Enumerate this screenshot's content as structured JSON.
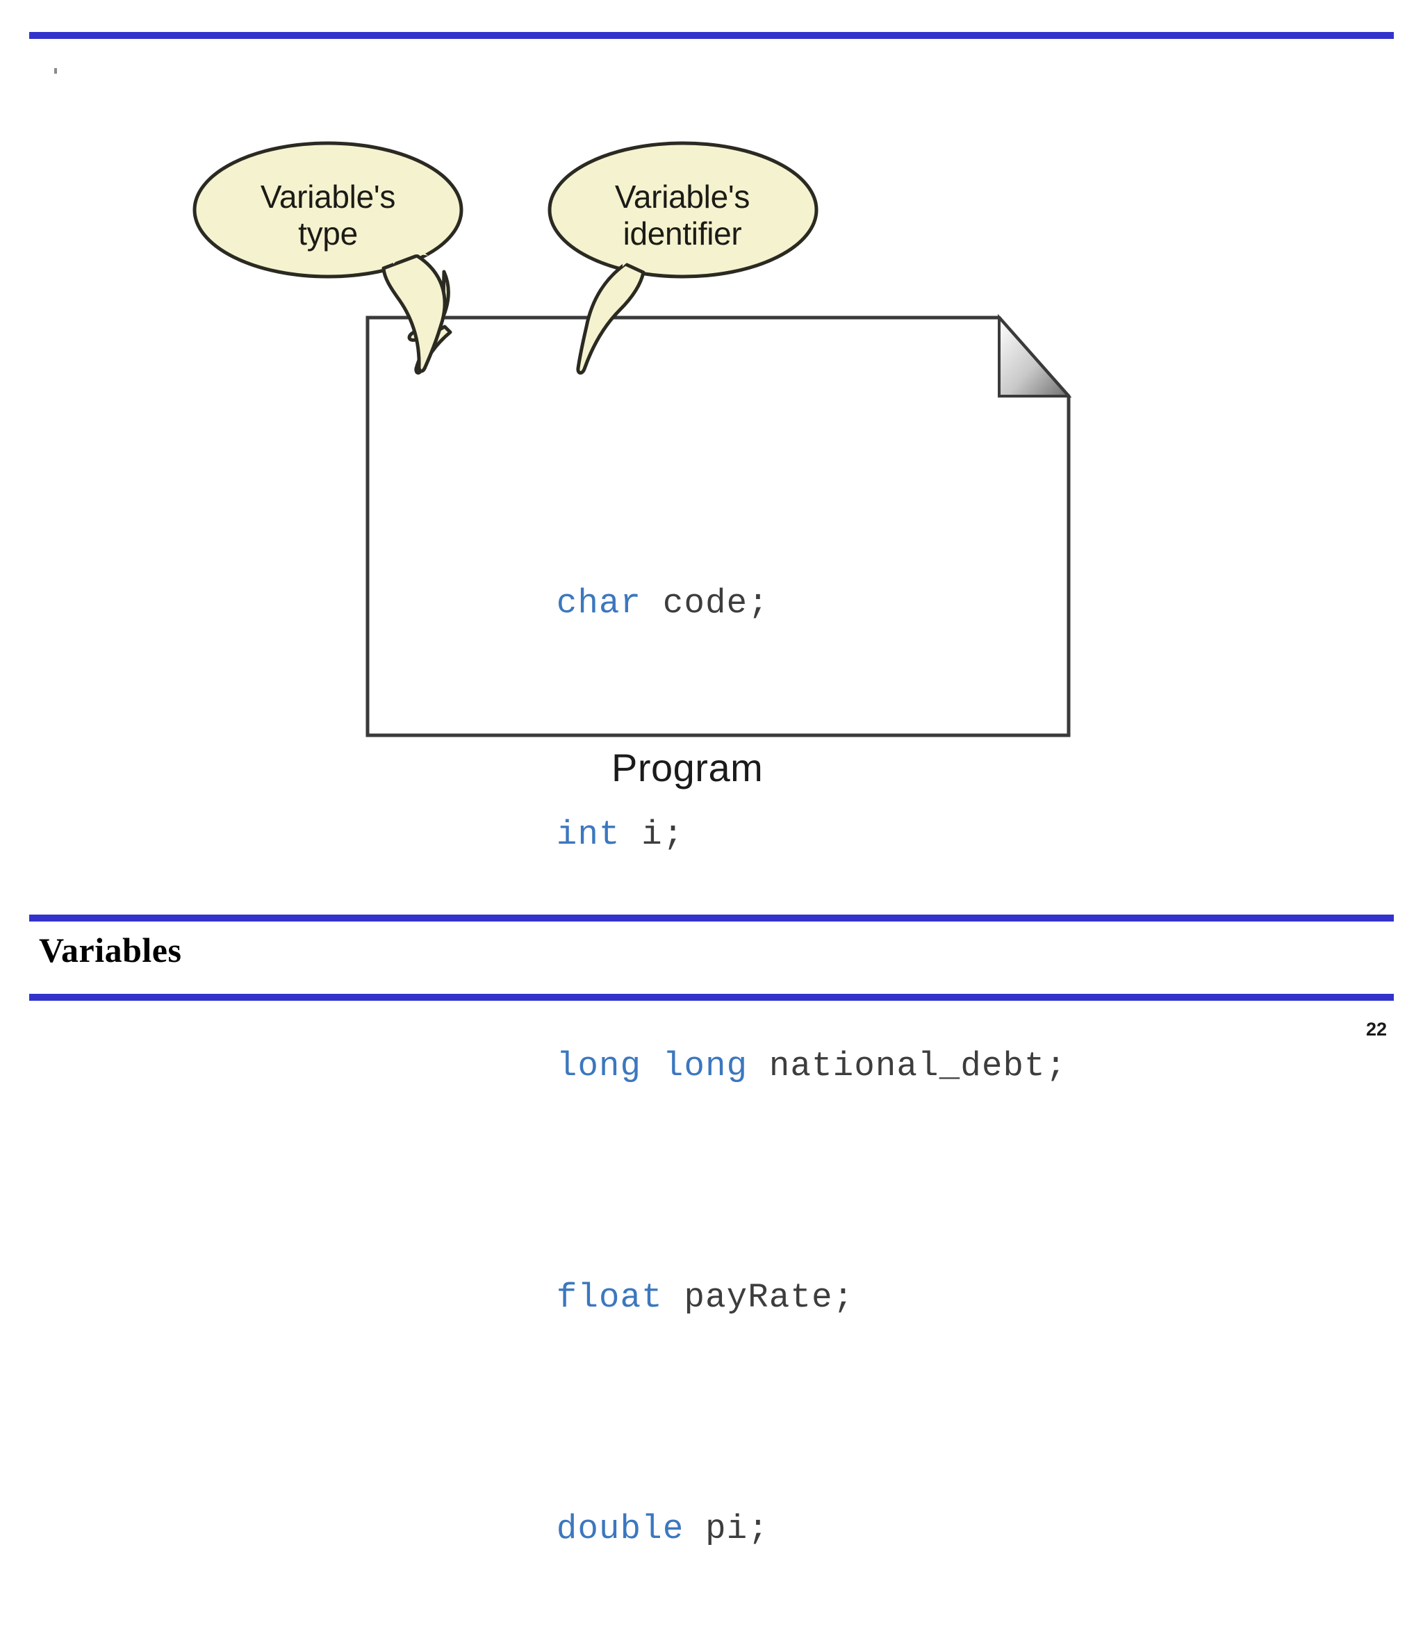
{
  "slide": {
    "footer_title": "Variables",
    "page_number": "22",
    "accent_rule_color": "#3333CC"
  },
  "callouts": [
    {
      "id": "variables-type",
      "line1": "Variable's",
      "line2": "type",
      "text": "Variable's\ntype",
      "fill": "#F5F2CF",
      "stroke": "#2B2A22",
      "points_to": "char"
    },
    {
      "id": "variables-identifier",
      "line1": "Variable's",
      "line2": "identifier",
      "text": "Variable's\nidentifier",
      "fill": "#F5F2CF",
      "stroke": "#2B2A22",
      "points_to": "code"
    }
  ],
  "program": {
    "label": "Program",
    "keyword_color": "#3C77BF",
    "identifier_color": "#3D3D3D",
    "border_color": "#3A3A3A",
    "lines": [
      {
        "keyword": "char",
        "rest": " code;"
      },
      {
        "keyword": "int",
        "rest": " i;"
      },
      {
        "keyword": "long long",
        "rest": " national_debt;"
      },
      {
        "keyword": "float",
        "rest": " payRate;"
      },
      {
        "keyword": "double",
        "rest": " pi;"
      }
    ]
  }
}
